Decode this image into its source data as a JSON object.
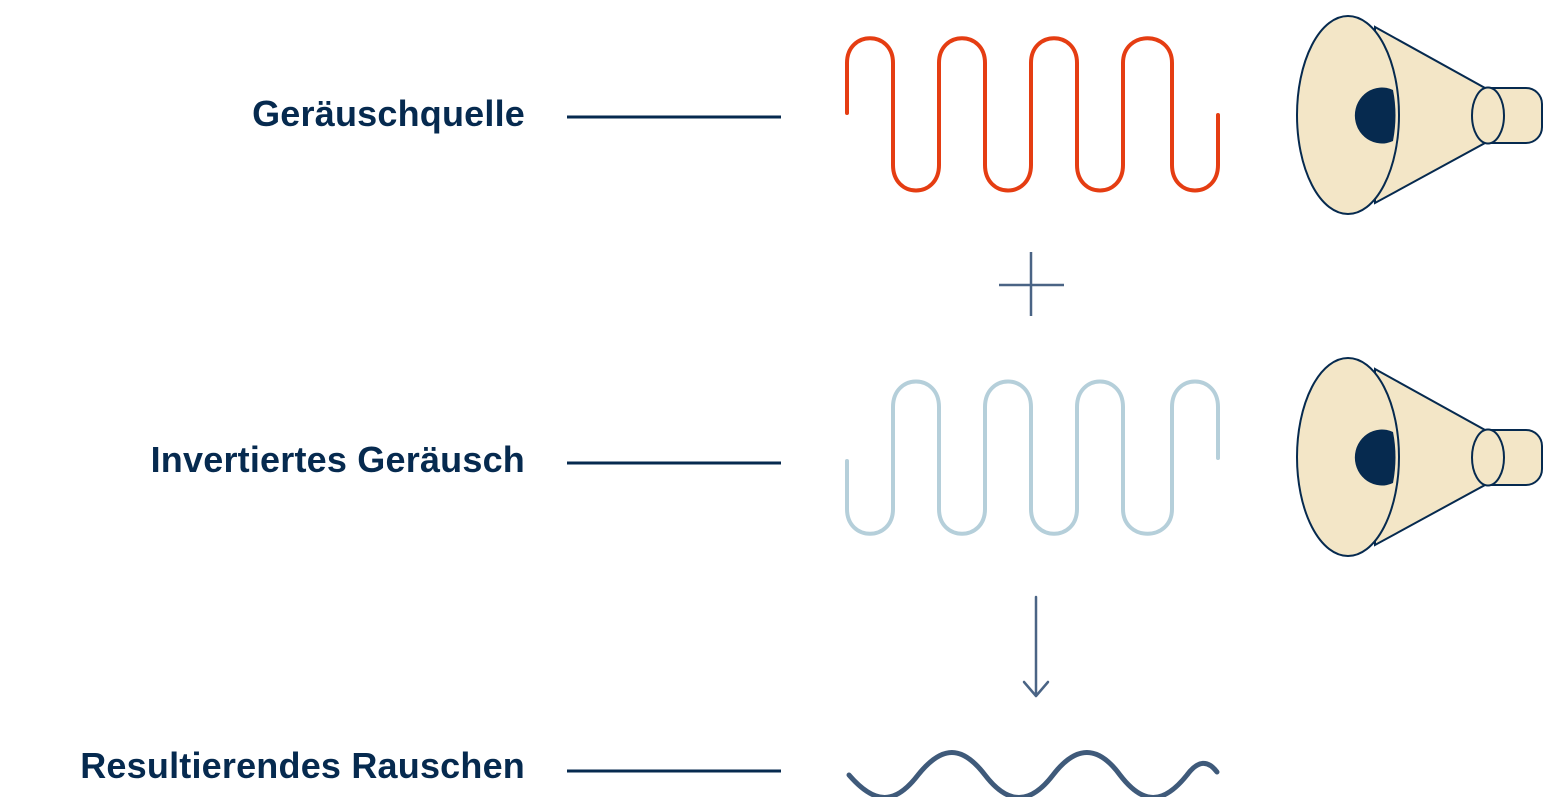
{
  "labels": {
    "noise_source": "Geräuschquelle",
    "inverted_noise": "Invertiertes Geräusch",
    "resulting_noise": "Resultierendes Rauschen"
  },
  "colors": {
    "text": "#062A4F",
    "source_wave": "#E53D12",
    "inverted_wave": "#B5CFDA",
    "result_wave": "#3F5A7A",
    "operator": "#4A6485",
    "speaker_fill": "#F3E6C7",
    "speaker_stroke": "#062A4F"
  }
}
